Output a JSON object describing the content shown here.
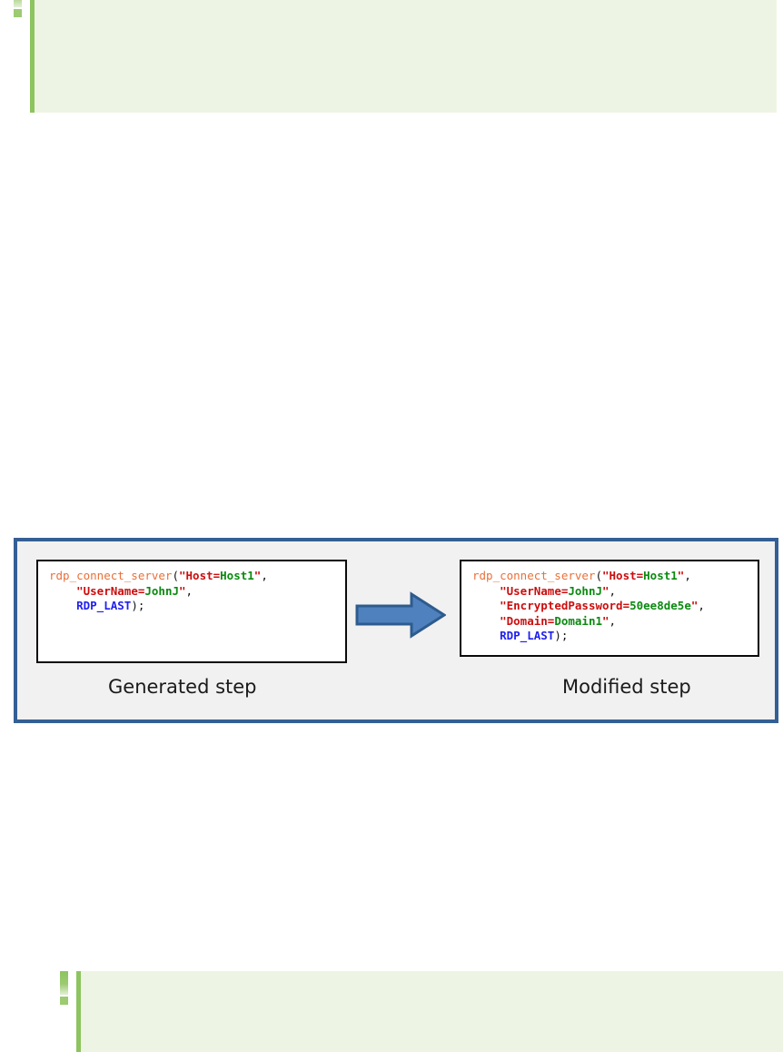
{
  "notes": {
    "top": {
      "icon": "exclamation-note-icon",
      "text": "",
      "accent": "#8DC45F",
      "background": "#EEF4E4"
    },
    "bottom": {
      "icon": "exclamation-note-icon",
      "text": "",
      "accent": "#8DC45F",
      "background": "#EEF4E4"
    }
  },
  "figure": {
    "border_color": "#345F94",
    "background": "#F1F1F1",
    "arrow": {
      "name": "right-arrow",
      "fill": "#4E81BD",
      "stroke": "#2E5B8E"
    },
    "generated": {
      "caption": "Generated step",
      "lines": [
        [
          {
            "t": "rdp_connect_server",
            "c": "fn"
          },
          {
            "t": "(",
            "c": "punct"
          },
          {
            "t": "\"Host=",
            "c": "str"
          },
          {
            "t": "Host1",
            "c": "val"
          },
          {
            "t": "\"",
            "c": "str"
          },
          {
            "t": ",",
            "c": "punct"
          }
        ],
        [
          {
            "t": "    ",
            "c": "punct"
          },
          {
            "t": "\"UserName=",
            "c": "str"
          },
          {
            "t": "JohnJ",
            "c": "val"
          },
          {
            "t": "\"",
            "c": "str"
          },
          {
            "t": ",",
            "c": "punct"
          }
        ],
        [
          {
            "t": "    ",
            "c": "punct"
          },
          {
            "t": "RDP_LAST",
            "c": "const"
          },
          {
            "t": ");",
            "c": "punct"
          }
        ]
      ]
    },
    "modified": {
      "caption": "Modified step",
      "lines": [
        [
          {
            "t": "rdp_connect_server",
            "c": "fn"
          },
          {
            "t": "(",
            "c": "punct"
          },
          {
            "t": "\"Host=",
            "c": "str"
          },
          {
            "t": "Host1",
            "c": "val"
          },
          {
            "t": "\"",
            "c": "str"
          },
          {
            "t": ",",
            "c": "punct"
          }
        ],
        [
          {
            "t": "    ",
            "c": "punct"
          },
          {
            "t": "\"UserName=",
            "c": "str"
          },
          {
            "t": "JohnJ",
            "c": "val"
          },
          {
            "t": "\"",
            "c": "str"
          },
          {
            "t": ",",
            "c": "punct"
          }
        ],
        [
          {
            "t": "    ",
            "c": "punct"
          },
          {
            "t": "\"EncryptedPassword=",
            "c": "str"
          },
          {
            "t": "50ee8de5e",
            "c": "val"
          },
          {
            "t": "\"",
            "c": "str"
          },
          {
            "t": ",",
            "c": "punct"
          }
        ],
        [
          {
            "t": "    ",
            "c": "punct"
          },
          {
            "t": "\"Domain=",
            "c": "str"
          },
          {
            "t": "Domain1",
            "c": "val"
          },
          {
            "t": "\"",
            "c": "str"
          },
          {
            "t": ",",
            "c": "punct"
          }
        ],
        [
          {
            "t": "    ",
            "c": "punct"
          },
          {
            "t": "RDP_LAST",
            "c": "const"
          },
          {
            "t": ");",
            "c": "punct"
          }
        ]
      ]
    }
  }
}
